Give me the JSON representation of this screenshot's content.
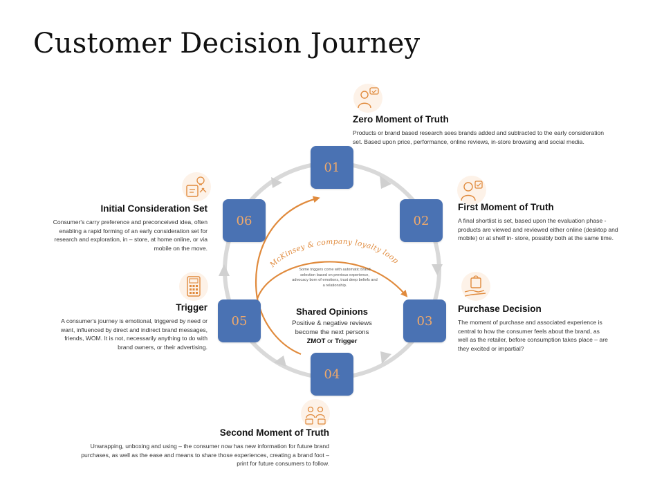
{
  "title": "Customer Decision Journey",
  "loop_label": "McKinsey & company loyalty loop",
  "loop_note": "Some triggers come with automatic brand selection based on previous experience, advocacy born of emotions, trust deep beliefs and a relationship.",
  "center": {
    "heading": "Shared Opinions",
    "text": "Positive & negative reviews become the next persons",
    "zmot": "ZMOT",
    "or": "or",
    "trigger": "Trigger"
  },
  "steps": [
    {
      "num": "01",
      "heading": "Zero Moment of Truth",
      "text": "Products or brand based research sees brands added and subtracted to the early consideration set. Based upon price, performance, online reviews, in-store browsing and social media.",
      "icon": "person-chat-icon"
    },
    {
      "num": "02",
      "heading": "First Moment of Truth",
      "text": "A final shortlist is set, based upon the evaluation phase - products are viewed and reviewed either online (desktop and mobile) or at shelf in- store, possibly both at the same time.",
      "icon": "shopper-check-icon"
    },
    {
      "num": "03",
      "heading": "Purchase Decision",
      "text": "The moment of purchase and associated experience is central to how the consumer feels about the brand, as well as the retailer, before consumption takes place – are they excited or impartial?",
      "icon": "hand-bag-icon"
    },
    {
      "num": "04",
      "heading": "Second Moment of Truth",
      "text": "Unwrapping, unboxing and using – the consumer now has new information for future brand purchases, as well as the ease and means to share those experiences, creating a brand foot – print for future consumers to follow.",
      "icon": "people-discussion-icon"
    },
    {
      "num": "05",
      "heading": "Trigger",
      "text": "A consumer's journey is emotional, triggered by need or want, influenced by direct and indirect brand messages, friends, WOM. It is not, necessarily anything to do with brand owners, or their advertising.",
      "icon": "calculator-icon"
    },
    {
      "num": "06",
      "heading": "Initial Consideration Set",
      "text": "Consumer's carry preference and preconceived idea, often enabling a rapid forming of an early consideration set for research and exploration, in – store, at home online, or via mobile on the move.",
      "icon": "idea-tools-icon"
    }
  ],
  "colors": {
    "box": "#4a72b3",
    "number": "#f0a96a",
    "accent": "#e08a3c",
    "ring": "#d6d6d6"
  }
}
